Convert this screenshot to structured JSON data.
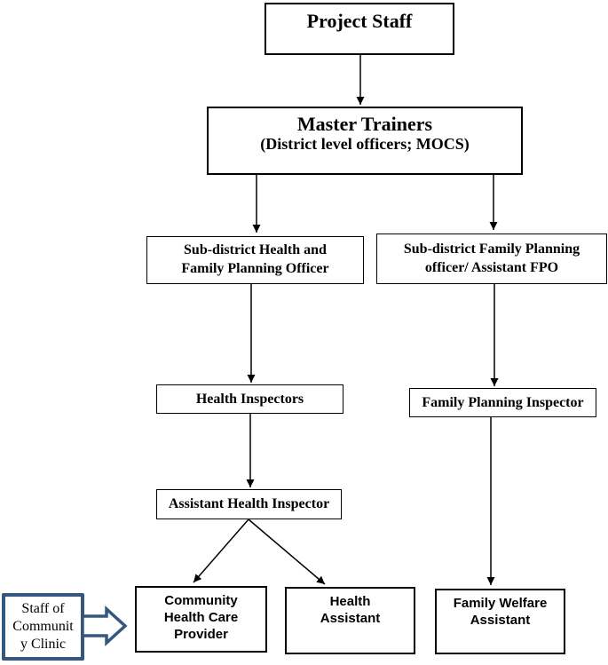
{
  "diagram": {
    "background": "#ffffff",
    "connector_color": "#000000",
    "box_border_color": "#000000",
    "callout_border_color": "#35567e",
    "nodes": {
      "project_staff": {
        "label": "Project Staff"
      },
      "master_trainers": {
        "label": "Master Trainers",
        "sublabel": "(District level officers; MOCS)"
      },
      "subdistrict_health_fp_officer": {
        "label": "Sub-district Health and\nFamily Planning Officer"
      },
      "subdistrict_fp_officer": {
        "label": "Sub-district Family Planning\nofficer/ Assistant FPO"
      },
      "health_inspectors": {
        "label": "Health Inspectors"
      },
      "family_planning_inspector": {
        "label": "Family Planning Inspector"
      },
      "assistant_health_inspector": {
        "label": "Assistant Health Inspector"
      },
      "community_health_care_provider": {
        "label": "Community\nHealth Care\nProvider"
      },
      "health_assistant": {
        "label": "Health\nAssistant"
      },
      "family_welfare_assistant": {
        "label": "Family Welfare\nAssistant"
      },
      "clinic_staff_callout": {
        "label": "Staff of\nCommunit\ny Clinic"
      }
    },
    "edges": [
      {
        "from": "project_staff",
        "to": "master_trainers"
      },
      {
        "from": "master_trainers",
        "to": "subdistrict_health_fp_officer"
      },
      {
        "from": "master_trainers",
        "to": "subdistrict_fp_officer"
      },
      {
        "from": "subdistrict_health_fp_officer",
        "to": "health_inspectors"
      },
      {
        "from": "subdistrict_fp_officer",
        "to": "family_planning_inspector"
      },
      {
        "from": "health_inspectors",
        "to": "assistant_health_inspector"
      },
      {
        "from": "family_planning_inspector",
        "to": "family_welfare_assistant"
      },
      {
        "from": "assistant_health_inspector",
        "to": "community_health_care_provider"
      },
      {
        "from": "assistant_health_inspector",
        "to": "health_assistant"
      },
      {
        "from": "clinic_staff_callout",
        "to": "community_health_care_provider"
      }
    ]
  }
}
